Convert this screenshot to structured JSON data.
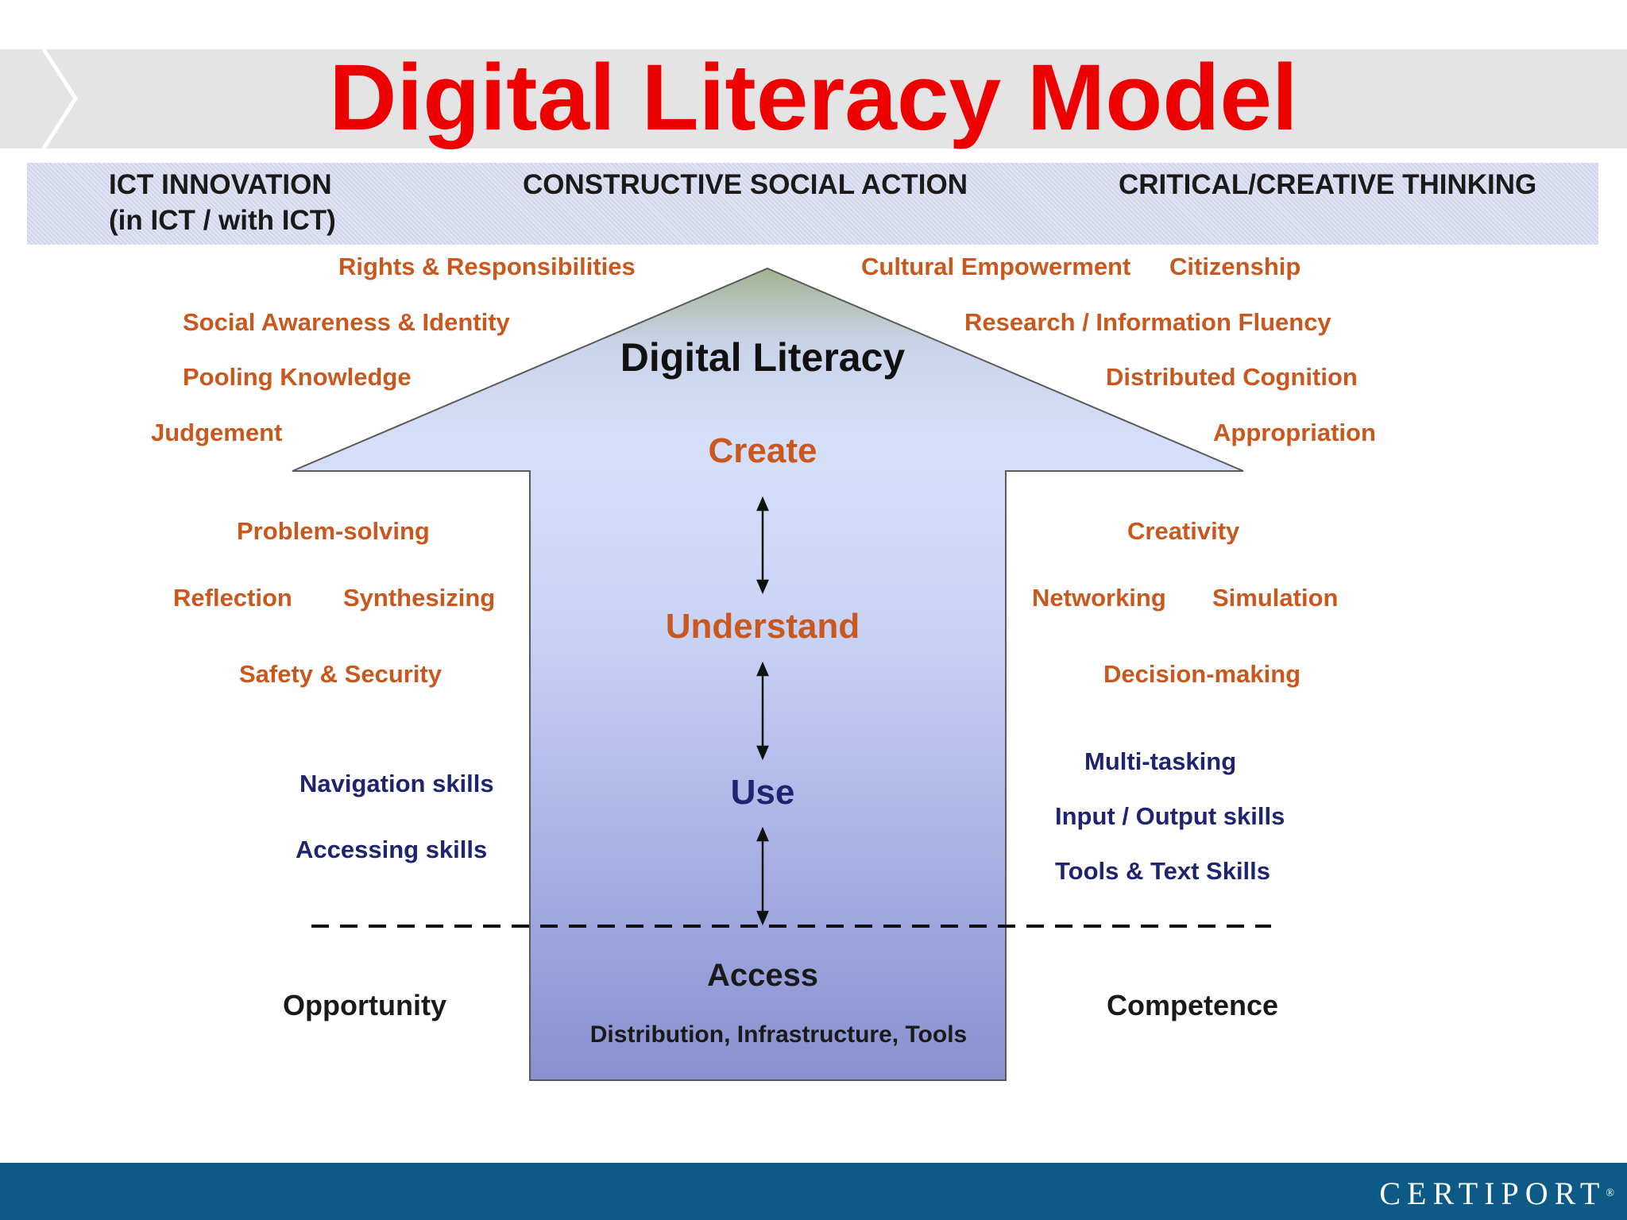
{
  "title": "Digital Literacy Model",
  "categories": {
    "left_line1": "ICT INNOVATION",
    "left_line2": "(in ICT / with ICT)",
    "center": "CONSTRUCTIVE SOCIAL ACTION",
    "right": "CRITICAL/CREATIVE THINKING"
  },
  "arrow": {
    "heading": "Digital Literacy",
    "levels": {
      "create": "Create",
      "understand": "Understand",
      "use": "Use",
      "access": "Access",
      "access_sub": "Distribution, Infrastructure, Tools"
    }
  },
  "left_labels": {
    "rights": "Rights & Responsibilities",
    "social": "Social Awareness & Identity",
    "pooling": "Pooling Knowledge",
    "judgement": "Judgement",
    "problem": "Problem-solving",
    "reflection": "Reflection",
    "synthesizing": "Synthesizing",
    "safety": "Safety & Security",
    "navigation": "Navigation skills",
    "accessing": "Accessing skills",
    "opportunity": "Opportunity"
  },
  "right_labels": {
    "cultural": "Cultural Empowerment",
    "citizenship": "Citizenship",
    "research": "Research / Information Fluency",
    "distributed": "Distributed Cognition",
    "appropriation": "Appropriation",
    "creativity": "Creativity",
    "networking": "Networking",
    "simulation": "Simulation",
    "decision": "Decision-making",
    "multitasking": "Multi-tasking",
    "io": "Input / Output skills",
    "tools": "Tools & Text Skills",
    "competence": "Competence"
  },
  "footer": {
    "logo": "CERTIPORT"
  },
  "colors": {
    "title": "#ee0000",
    "orange_label": "#c8581e",
    "navy_label": "#1f2470",
    "footer_bar": "#0e5a86"
  }
}
